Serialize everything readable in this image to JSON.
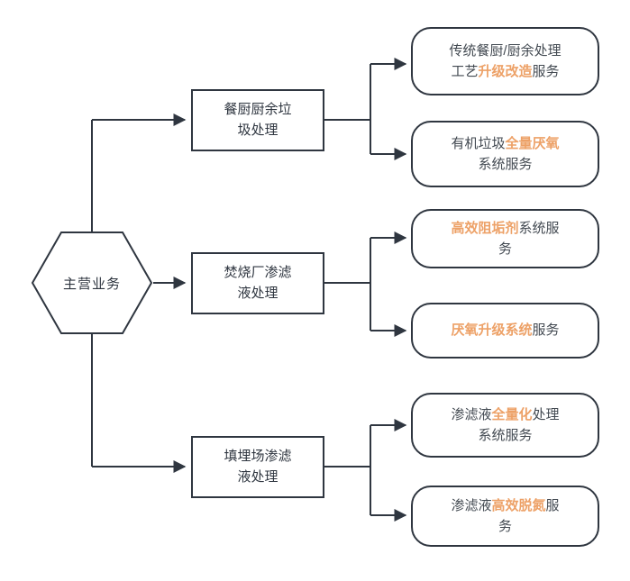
{
  "diagram": {
    "type": "flowchart",
    "orientation": "left-to-right",
    "accent_color": "#eda167",
    "line_color": "#2f3640",
    "text_color": "#2f3640",
    "background": "#ffffff",
    "root": {
      "id": "main-business",
      "shape": "hexagon",
      "label": "主营业务"
    },
    "branches": [
      {
        "id": "kitchen-waste",
        "shape": "rectangle",
        "label_line1": "餐厨厨余垃",
        "label_line2": "圾处理",
        "label": "餐厨厨余垃圾处理",
        "leaves": [
          {
            "id": "traditional-kitchen-upgrade-service",
            "shape": "rounded-rectangle",
            "label": "传统餐厨/厨余处理工艺升级改造服务",
            "segments": [
              {
                "text": "传统餐厨/厨余处理",
                "highlight": false,
                "break_after": true
              },
              {
                "text": "工艺",
                "highlight": false
              },
              {
                "text": "升级改造",
                "highlight": true
              },
              {
                "text": "服务",
                "highlight": false
              }
            ]
          },
          {
            "id": "organic-waste-full-anaerobic-service",
            "shape": "rounded-rectangle",
            "label": "有机垃圾全量厌氧系统服务",
            "segments": [
              {
                "text": "有机垃圾",
                "highlight": false
              },
              {
                "text": "全量厌氧",
                "highlight": true,
                "break_after": true
              },
              {
                "text": "系统服务",
                "highlight": false
              }
            ]
          }
        ]
      },
      {
        "id": "incineration-leachate",
        "shape": "rectangle",
        "label_line1": "焚烧厂渗滤",
        "label_line2": "液处理",
        "label": "焚烧厂渗滤液处理",
        "leaves": [
          {
            "id": "high-efficiency-antiscalant-service",
            "shape": "rounded-rectangle",
            "label": "高效阻垢剂系统服务",
            "segments": [
              {
                "text": "高效阻垢剂",
                "highlight": true
              },
              {
                "text": "系统服",
                "highlight": false,
                "break_after": true
              },
              {
                "text": "务",
                "highlight": false
              }
            ]
          },
          {
            "id": "anaerobic-upgrade-system-service",
            "shape": "rounded-rectangle",
            "label": "厌氧升级系统服务",
            "segments": [
              {
                "text": "厌氧升级系统",
                "highlight": true
              },
              {
                "text": "服务",
                "highlight": false
              }
            ]
          }
        ]
      },
      {
        "id": "landfill-leachate",
        "shape": "rectangle",
        "label_line1": "填埋场渗滤",
        "label_line2": "液处理",
        "label": "填埋场渗滤液处理",
        "leaves": [
          {
            "id": "leachate-full-quantification-service",
            "shape": "rounded-rectangle",
            "label": "渗滤液全量化处理系统服务",
            "segments": [
              {
                "text": "渗滤液",
                "highlight": false
              },
              {
                "text": "全量化",
                "highlight": true
              },
              {
                "text": "处理",
                "highlight": false,
                "break_after": true
              },
              {
                "text": "系统服务",
                "highlight": false
              }
            ]
          },
          {
            "id": "leachate-high-efficiency-denitrification-service",
            "shape": "rounded-rectangle",
            "label": "渗滤液高效脱氮服务",
            "segments": [
              {
                "text": "渗滤液",
                "highlight": false
              },
              {
                "text": "高效脱氮",
                "highlight": true
              },
              {
                "text": "服",
                "highlight": false,
                "break_after": true
              },
              {
                "text": "务",
                "highlight": false
              }
            ]
          }
        ]
      }
    ]
  }
}
